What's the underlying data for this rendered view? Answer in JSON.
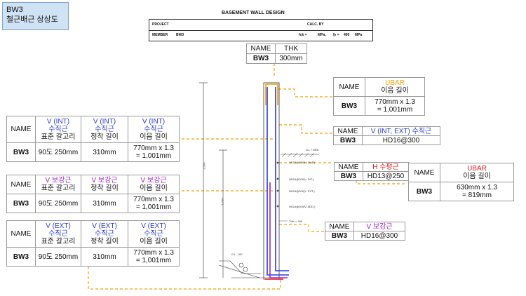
{
  "title_box": {
    "line1": "BW3",
    "line2": "철근배근 상상도"
  },
  "drawing_header": {
    "title": "BASEMENT WALL DESIGN",
    "project_label": "PROJECT",
    "calc_label": "CALC. BY",
    "member_label": "MEMBER",
    "member_value": "BW3",
    "fck_label": "fck =",
    "fck_unit": "MPa,",
    "fy_label": "fy =",
    "fy_value": "400",
    "fy_unit": "MPa"
  },
  "thk_table": {
    "h1": "NAME",
    "h2": "THK",
    "name": "BW3",
    "value": "300mm"
  },
  "ubar_table": {
    "h1": "NAME",
    "h2a": "UBAR",
    "h2b": "이음 길이",
    "name": "BW3",
    "v1": "770mm x 1.3",
    "v2": "= 1,001mm"
  },
  "vint_ext_table": {
    "h1": "NAME",
    "h2": "V (INT, EXT) 수직근",
    "name": "BW3",
    "value": "HD16@300"
  },
  "h_table": {
    "h1": "NAME",
    "h2": "H 수평근",
    "name": "BW3",
    "value": "HD13@250"
  },
  "ubar2_table": {
    "h1": "NAME",
    "h2a": "UBAR",
    "h2b": "이음 길이",
    "name": "BW3",
    "v1": "630mm x 1.3",
    "v2": "= 819mm"
  },
  "vadd_table": {
    "h1": "NAME",
    "h2": "V 보강근",
    "name": "BW3",
    "value": "HD16@300"
  },
  "vint_table": {
    "name_label": "NAME",
    "c1a": "V (INT)",
    "c1b": "수직근",
    "c1c": "표준 갈고리",
    "c2a": "V (INT)",
    "c2b": "수직근",
    "c2c": "정착 길이",
    "c3a": "V (INT)",
    "c3b": "수직근",
    "c3c": "이음 길이",
    "row_name": "BW3",
    "r1": "90도 250mm",
    "r2": "310mm",
    "r3a": "770mm x 1.3",
    "r3b": "= 1,001mm"
  },
  "vbo_table": {
    "name_label": "NAME",
    "c1a": "V 보강근",
    "c1b": "표준 갈고리",
    "c2a": "V 보강근",
    "c2b": "정착 길이",
    "c3a": "V 보강근",
    "c3b": "이음 길이",
    "row_name": "BW3",
    "r1": "90도 250mm",
    "r2": "310mm",
    "r3a": "770mm x 1.3",
    "r3b": "= 1,001mm"
  },
  "vext_table": {
    "name_label": "NAME",
    "c1a": "V (EXT)",
    "c1b": "수직근",
    "c1c": "표준 갈고리",
    "c2a": "V (EXT)",
    "c2b": "수직근",
    "c2c": "정착 길이",
    "c3a": "V (EXT)",
    "c3b": "수직근",
    "c3c": "이음 길이",
    "row_name": "BW3",
    "r1": "90도 250mm",
    "r2": "310mm",
    "r3a": "770mm x 1.3",
    "r3b": "= 1,001mm"
  },
  "drawing_labels": {
    "gl_top": "G.L +1500",
    "bar_h": "HD13@250(H. BAR)",
    "bar_int": "HD16@300(V. INT.)",
    "bar_ext": "HD16@300(V. EXT.)",
    "bar_add": "HD16@300(V. ADD.)",
    "thk": "THK = 300",
    "gl_bottom": "G.L -100",
    "dim1": "3,200",
    "dim2": "1,700"
  },
  "colors": {
    "orange": "#f5a000",
    "blue": "#2a3ad6",
    "purple": "#a020d0",
    "red": "#e11b1b",
    "title_bg": "#cfe3f5"
  }
}
